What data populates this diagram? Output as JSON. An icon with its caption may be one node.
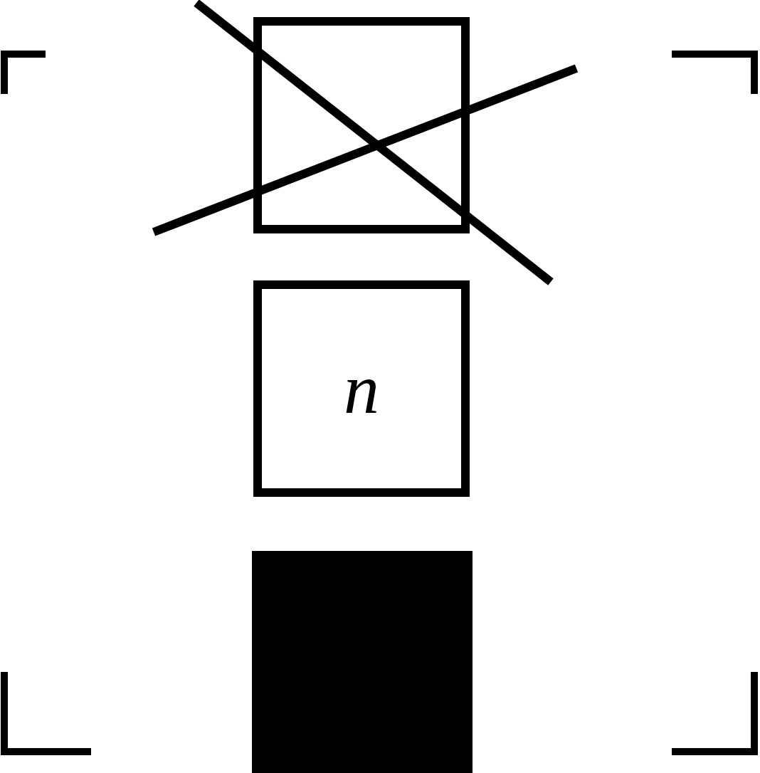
{
  "diagram": {
    "nodes": [
      {
        "text": [],
        "shape": "box"
      },
      {
        "text": [
          "n"
        ]
      },
      {
        "text": [],
        "shape": "box"
      }
    ]
  }
}
